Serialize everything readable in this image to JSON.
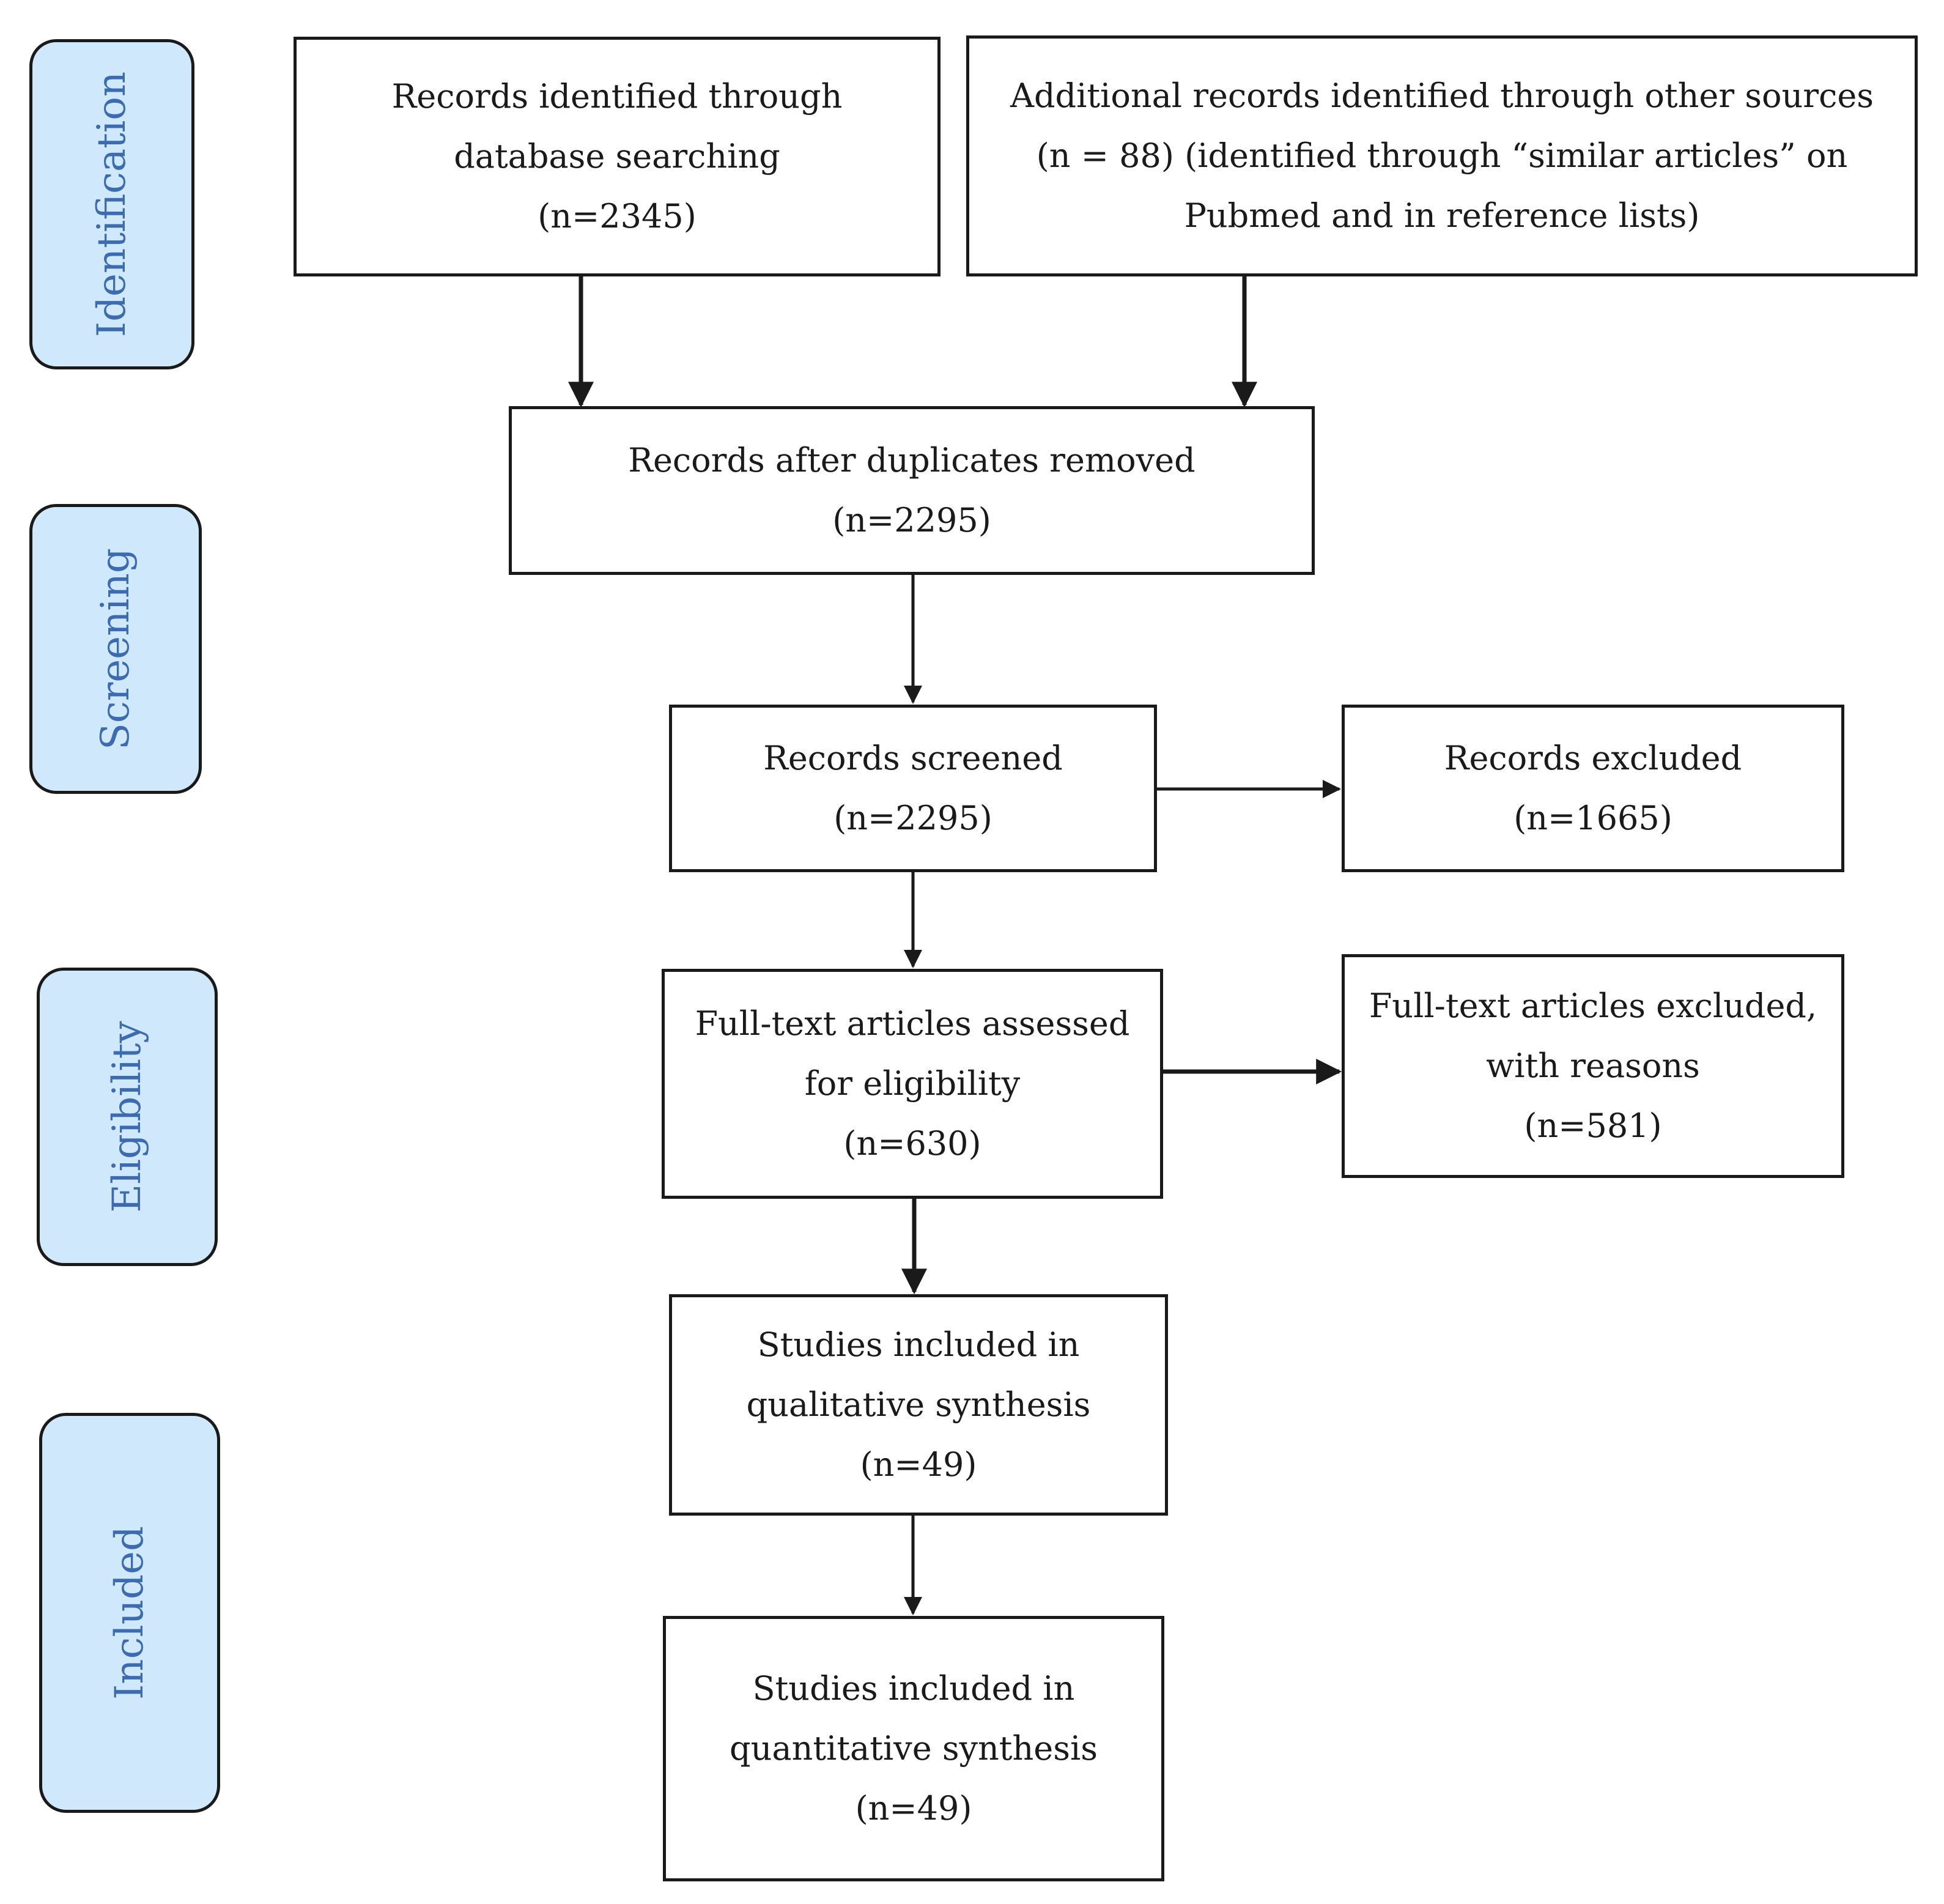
{
  "stages": [
    {
      "id": "identification",
      "label": "Identification"
    },
    {
      "id": "screening",
      "label": "Screening"
    },
    {
      "id": "eligibility",
      "label": "Eligibility"
    },
    {
      "id": "included",
      "label": "Included"
    }
  ],
  "boxes": {
    "records_identified": [
      "Records identified through",
      "database searching",
      "(n=2345)"
    ],
    "additional_records": [
      "Additional records identified through other sources",
      "(n = 88) (identified through “similar articles” on",
      "Pubmed and in reference lists)"
    ],
    "duplicates_removed": [
      "Records after duplicates removed",
      "(n=2295)"
    ],
    "records_screened": [
      "Records screened",
      "(n=2295)"
    ],
    "records_excluded": [
      "Records excluded",
      "(n=1665)"
    ],
    "fulltext_assessed": [
      "Full-text articles assessed",
      "for eligibility",
      "(n=630)"
    ],
    "fulltext_excluded": [
      "Full-text articles excluded,",
      "with reasons",
      "(n=581)"
    ],
    "qualitative": [
      "Studies included in",
      "qualitative synthesis",
      "(n=49)"
    ],
    "quantitative": [
      "Studies included in",
      "quantitative synthesis",
      "(n=49)"
    ]
  },
  "colors": {
    "stage_fill": "#cfe8fb",
    "stage_text": "#3d6bb0",
    "line": "#1a1a1a"
  }
}
